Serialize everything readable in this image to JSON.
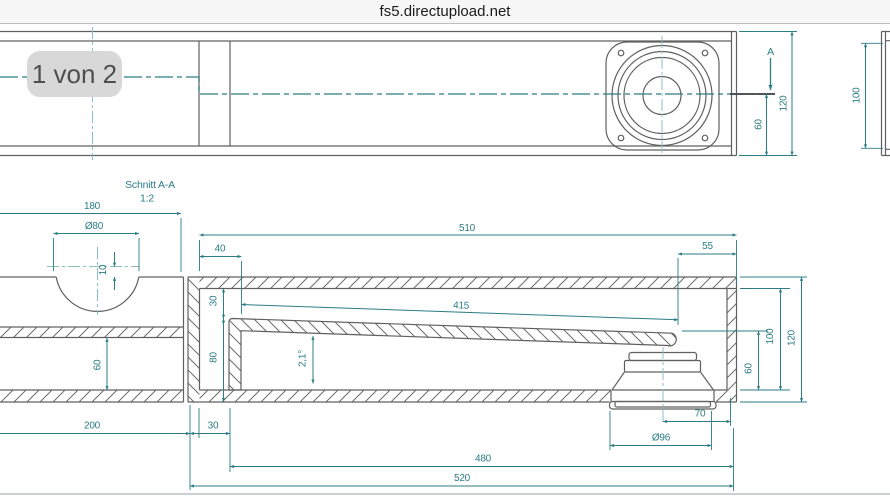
{
  "browser": {
    "url_title": "fs5.directupload.net",
    "page_indicator": "1 von 2"
  },
  "drawing": {
    "section_label": "Schnitt A-A",
    "section_scale": "1:2",
    "cut_arrow_letter": "A",
    "top_view": {
      "outer_height": "120",
      "half_height": "60",
      "side_depth": "100"
    },
    "section_left": {
      "width": "180",
      "port_diameter": "Ø80",
      "port_offset": "10",
      "board_gap": "60",
      "length": "200",
      "wall_gap": "30"
    },
    "section_main": {
      "inner_length": "510",
      "front_offset": "40",
      "top_gap": "30",
      "chamber_height": "80",
      "slope_length": "415",
      "slope_angle": "2,1°",
      "end_gap": "55",
      "rear_gap": "60",
      "inner_height": "100",
      "outer_height": "120",
      "driver_offset": "70",
      "driver_diameter": "Ø96",
      "base_length": "480",
      "total_length": "520"
    }
  },
  "colors": {
    "dimension_teal": "#2c7d85",
    "centerline_teal": "#8cbfc2",
    "line_gray": "#606060",
    "badge_bg": "#d8d8d8"
  }
}
